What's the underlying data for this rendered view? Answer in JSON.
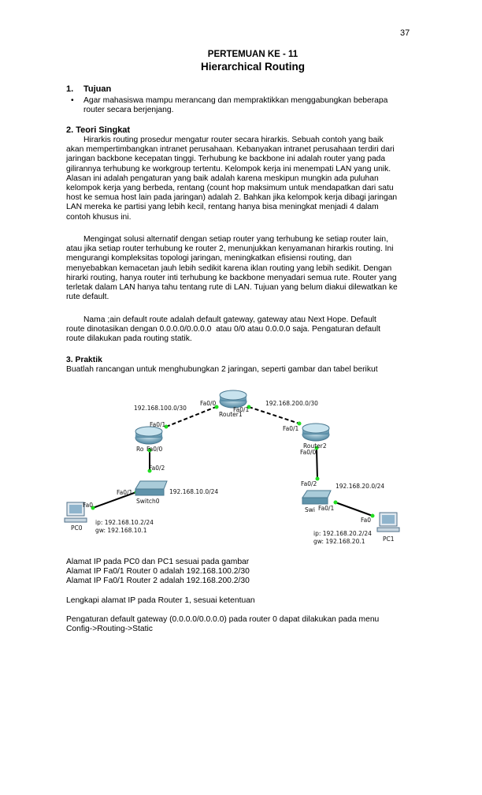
{
  "page_number": "37",
  "header": {
    "meeting": "PERTEMUAN KE - 11",
    "title": "Hierarchical Routing"
  },
  "section1": {
    "number": "1.",
    "heading": "Tujuan",
    "bullet_lines": [
      "Agar mahasiswa mampu merancang dan mempraktikkan menggabungkan beberapa",
      "router secara berjenjang."
    ]
  },
  "section2": {
    "heading": "2.  Teori Singkat",
    "para1": [
      "Hirarkis routing prosedur mengatur router secara hirarkis. Sebuah contoh yang baik",
      "akan mempertimbangkan intranet perusahaan. Kebanyakan intranet perusahaan terdiri dari",
      "jaringan backbone kecepatan tinggi. Terhubung ke backbone ini adalah router yang pada",
      "gilirannya terhubung ke workgroup tertentu. Kelompok kerja ini menempati LAN yang unik.",
      "Alasan ini adalah pengaturan yang baik adalah karena meskipun mungkin ada puluhan",
      "kelompok kerja yang berbeda, rentang (count hop maksimum untuk mendapatkan dari satu",
      "host ke semua host lain pada jaringan) adalah 2. Bahkan jika kelompok kerja dibagi jaringan",
      "LAN mereka ke partisi yang lebih kecil, rentang hanya bisa meningkat menjadi 4 dalam",
      "contoh khusus ini."
    ],
    "para2": [
      "Mengingat solusi alternatif dengan setiap router yang terhubung ke setiap router lain,",
      "atau jika setiap router terhubung ke router 2, menunjukkan kenyamanan hirarkis routing. Ini",
      "mengurangi kompleksitas topologi jaringan, meningkatkan efisiensi routing, dan",
      "menyebabkan kemacetan jauh lebih sedikit karena iklan routing yang lebih sedikit. Dengan",
      "hirarki routing, hanya router inti terhubung ke backbone menyadari semua rute. Router yang",
      "terletak dalam LAN hanya tahu tentang rute di LAN. Tujuan yang belum diakui dilewatkan ke",
      "rute default."
    ],
    "para3": [
      "Nama ;ain default route adalah default gateway, gateway atau Next Hope. Default",
      "route dinotasikan dengan 0.0.0.0/0.0.0.0  atau 0/0 atau 0.0.0.0 saja. Pengaturan default",
      "route dilakukan pada routing statik."
    ]
  },
  "section3": {
    "heading": "3. Praktik",
    "intro": "Buatlah rancangan untuk menghubungkan 2 jaringan, seperti gambar dan tabel berikut",
    "after": [
      "Alamat IP pada PC0 dan PC1 sesuai pada gambar",
      "Alamat IP Fa0/1 Router 0 adalah 192.168.100.2/30",
      "Alamat IP Fa0/1 Router 2 adalah 192.168.200.2/30",
      "",
      "Lengkapi alamat IP pada Router 1, sesuai ketentuan",
      "",
      "Pengaturan default gateway (0.0.0.0/0.0.0.0) pada router 0 dapat dilakukan pada menu",
      "Config->Routing->Static"
    ]
  },
  "diagram": {
    "router1": "Router1",
    "router0": "Ro",
    "router2": "Router2",
    "switch0": "Switch0",
    "switch2": "Swi",
    "pc0": "PC0",
    "pc1": "PC1",
    "net_left": "192.168.100.0/30",
    "net_right": "192.168.200.0/30",
    "lan0": "192.168.10.0/24",
    "lan2": "192.168.20.0/24",
    "r1_fa00": "Fa0/0",
    "r1_fa01": "Fa0/1",
    "r0_fa01": "Fa0/1",
    "r0_fa00": "Fa0/0",
    "sw0_fa02": "Fa0/2",
    "sw0_fa01": "Fa0/1",
    "pc0_fa0": "Fa0",
    "r2_fa01": "Fa0/1",
    "r2_fa00": "Fa0/0",
    "sw2_fa02": "Fa0/2",
    "sw2_fa01": "Fa0/1",
    "pc1_fa0": "Fa0",
    "pc0_ip": "ip: 192.168.10.2/24",
    "pc0_gw": "gw: 192.168.10.1",
    "pc1_ip": "ip: 192.168.20.2/24",
    "pc1_gw": "gw: 192.168.20.1",
    "link_color": "#000000",
    "port_color": "#22dd22"
  }
}
